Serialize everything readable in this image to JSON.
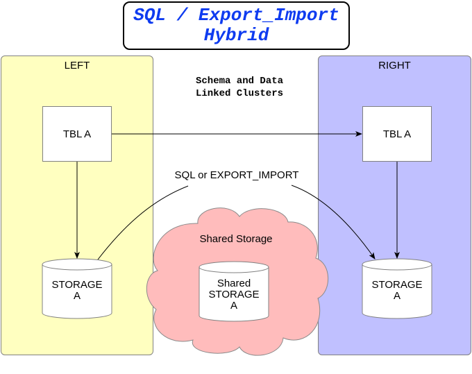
{
  "diagram": {
    "title": {
      "line1": "SQL / Export_Import",
      "line2": "Hybrid"
    },
    "note": {
      "line1": "Schema and Data",
      "line2": "Linked Clusters"
    },
    "clusters": {
      "left": {
        "label": "LEFT",
        "color": "#ffffc0"
      },
      "right": {
        "label": "RIGHT",
        "color": "#c0c0ff"
      }
    },
    "tables": {
      "left": {
        "label": "TBL A"
      },
      "right": {
        "label": "TBL A"
      }
    },
    "storage": {
      "left": {
        "line1": "STORAGE",
        "line2": "A"
      },
      "right": {
        "line1": "STORAGE",
        "line2": "A"
      },
      "shared": {
        "line1": "Shared",
        "line2": "STORAGE",
        "line3": "A"
      }
    },
    "cloud": {
      "label": "Shared Storage",
      "color": "#ffbcbc"
    },
    "edge_label": "SQL or EXPORT_IMPORT",
    "edges": [
      {
        "from": "left-tbl-a",
        "to": "right-tbl-a",
        "type": "arrow"
      },
      {
        "from": "left-tbl-a",
        "to": "left-storage-a",
        "type": "arrow"
      },
      {
        "from": "right-tbl-a",
        "to": "right-storage-a",
        "type": "arrow"
      },
      {
        "from": "left-storage-a",
        "to": "right-storage-a",
        "type": "curved-arrow",
        "label": "SQL or EXPORT_IMPORT"
      }
    ]
  }
}
